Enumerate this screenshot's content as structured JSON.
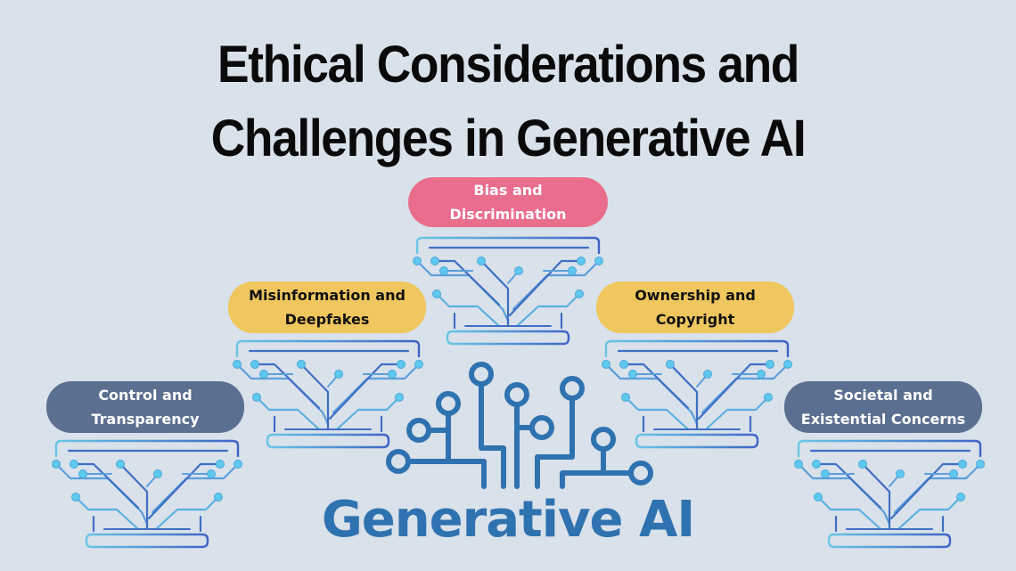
{
  "title": {
    "line1": "Ethical Considerations and",
    "line2": "Challenges in Generative AI"
  },
  "center": {
    "label": "Generative AI",
    "icon": "circuit-icon",
    "color": "#2f72b0"
  },
  "topics": [
    {
      "id": "bias",
      "line1": "Bias and",
      "line2": "Discrimination",
      "color": "#e96e8e",
      "text_color": "#ffffff"
    },
    {
      "id": "misinformation",
      "line1": "Misinformation and",
      "line2": "Deepfakes",
      "color": "#efc75e",
      "text_color": "#111111"
    },
    {
      "id": "ownership",
      "line1": "Ownership and",
      "line2": "Copyright",
      "color": "#efc75e",
      "text_color": "#111111"
    },
    {
      "id": "control",
      "line1": "Control and",
      "line2": "Transparency",
      "color": "#5b6f90",
      "text_color": "#ffffff"
    },
    {
      "id": "societal",
      "line1": "Societal and",
      "line2": "Existential Concerns",
      "color": "#5b6f90",
      "text_color": "#ffffff"
    }
  ],
  "colors": {
    "background": "#d9e1ea",
    "circuit_dark": "#3f6fc4",
    "circuit_light": "#5cc3e8",
    "node": "#5ec8ee"
  }
}
